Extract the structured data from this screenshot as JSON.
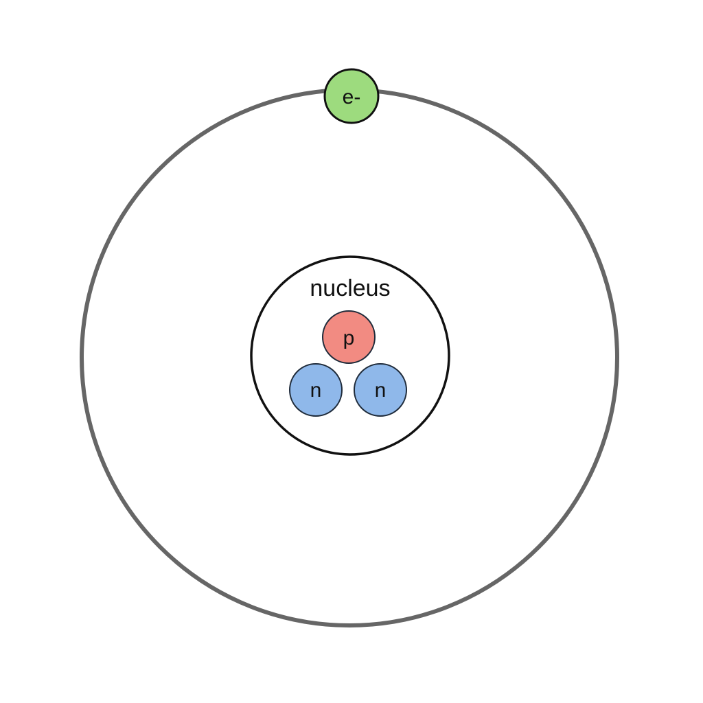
{
  "atom": {
    "nucleus_label": "nucleus",
    "electron": {
      "label": "e-",
      "color": "#9ddb7e"
    },
    "proton": {
      "label": "p",
      "color": "#f28b82"
    },
    "neutrons": [
      {
        "label": "n",
        "color": "#8fb8ea"
      },
      {
        "label": "n",
        "color": "#8fb8ea"
      }
    ],
    "orbit_color": "#666666",
    "outline_color": "#111111"
  }
}
